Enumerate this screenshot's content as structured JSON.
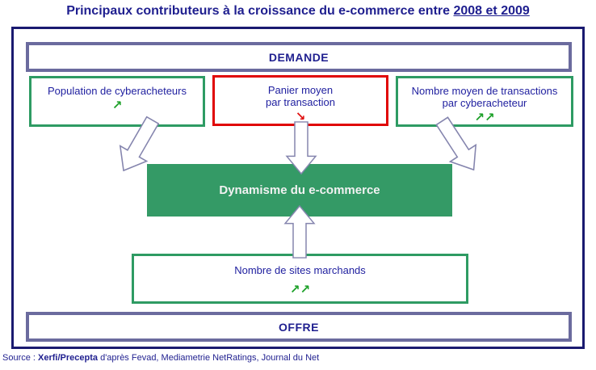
{
  "title": {
    "text": "Principaux contributeurs à la croissance du e-commerce entre",
    "underlined": "2008 et 2009"
  },
  "diagram": {
    "demande": {
      "label": "DEMANDE"
    },
    "offre": {
      "label": "OFFRE"
    },
    "center": {
      "label": "Dynamisme du e-commerce"
    },
    "top_boxes": [
      {
        "label": "Population de cyberacheteurs",
        "trend": "↗",
        "direction": "up"
      },
      {
        "label": "Panier moyen\npar transaction",
        "trend": "↘",
        "direction": "down"
      },
      {
        "label": "Nombre moyen de transactions\npar  cyberacheteur",
        "trend": "↗↗",
        "direction": "up"
      }
    ],
    "bottom_box": {
      "label": "Nombre de sites marchands",
      "trend": "↗↗",
      "direction": "up"
    }
  },
  "source": {
    "prefix": "Source : ",
    "emphasis": "Xerfi/Precepta",
    "suffix": " d'après Fevad, Mediametrie NetRatings, Journal du Net"
  },
  "colors": {
    "navy_text": "#1F1F8F",
    "outer_border": "#1A1A70",
    "banner_border": "#6B6B9E",
    "green_border": "#2E9B63",
    "green_fill": "#349A66",
    "red_border": "#E00505",
    "trend_up": "#1CA028",
    "trend_down": "#E01010"
  }
}
